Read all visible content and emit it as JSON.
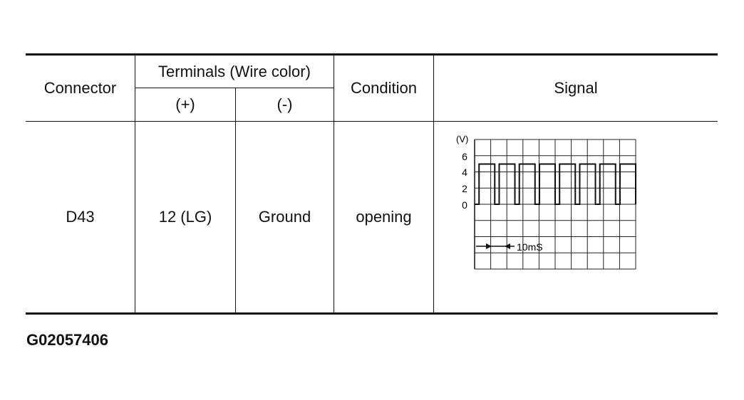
{
  "table": {
    "headers": {
      "connector": "Connector",
      "terminals": "Terminals (Wire color)",
      "plus": "(+)",
      "minus": "(-)",
      "condition": "Condition",
      "signal": "Signal"
    },
    "row": {
      "connector": "D43",
      "plus": "12 (LG)",
      "minus": "Ground",
      "condition": "opening"
    }
  },
  "signal_graph": {
    "unit_label": "(V)",
    "y_ticks": [
      "6",
      "4",
      "2",
      "0"
    ],
    "high_level_v": 5,
    "low_level_v": 0,
    "pulse_count": 8,
    "time_label": "10mS"
  },
  "document_id": "G02057406"
}
